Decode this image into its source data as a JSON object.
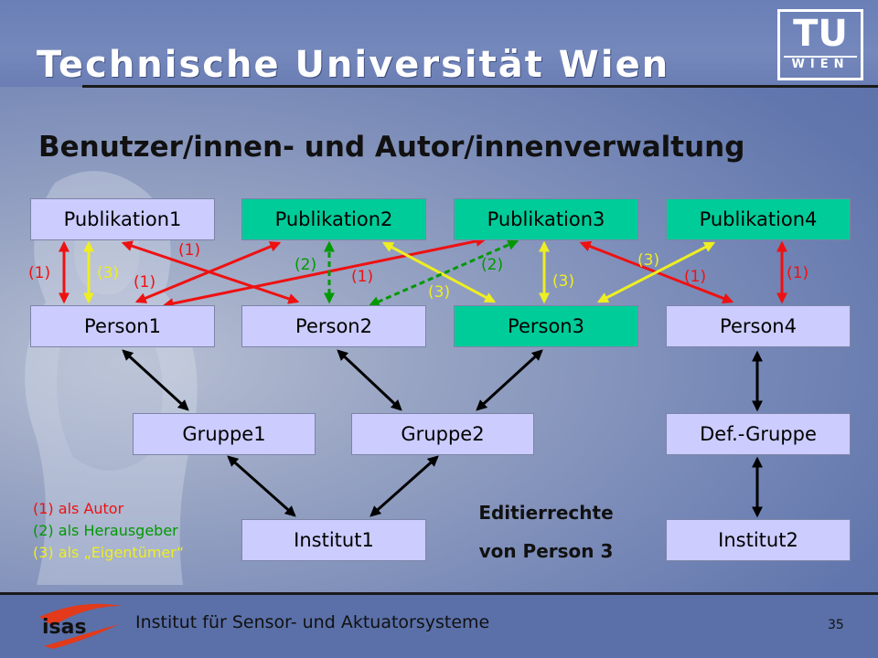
{
  "header": {
    "university": "Technische Universität Wien",
    "logo_main": "TU",
    "logo_sub": "WIEN"
  },
  "title": "Benutzer/innen- und Autor/innenverwaltung",
  "nodes": {
    "pub1": "Publikation1",
    "pub2": "Publikation2",
    "pub3": "Publikation3",
    "pub4": "Publikation4",
    "person1": "Person1",
    "person2": "Person2",
    "person3": "Person3",
    "person4": "Person4",
    "gruppe1": "Gruppe1",
    "gruppe2": "Gruppe2",
    "defgruppe": "Def.-Gruppe",
    "institut1": "Institut1",
    "institut2": "Institut2"
  },
  "edge_labels": {
    "l1": "(1)",
    "l2": "(3)",
    "l3": "(1)",
    "l4": "(1)",
    "l5": "(2)",
    "l6": "(1)",
    "l7": "(3)",
    "l8": "(2)",
    "l9": "(3)",
    "l10": "(3)",
    "l11": "(1)",
    "l12": "(1)"
  },
  "legend": {
    "item1_num": "(1)",
    "item1_text": "als Autor",
    "item2_num": "(2)",
    "item2_text": "als Herausgeber",
    "item3_num": "(3)",
    "item3_text": "als „Eigentümer“"
  },
  "edit_rights": {
    "line1": "Editierrechte",
    "line2": "von Person 3"
  },
  "footer": {
    "logo_text": "isas",
    "institute": "Institut für Sensor- und Aktuatorsysteme",
    "page_number": "35"
  },
  "colors": {
    "author": "#ee1111",
    "editor": "#009900",
    "owner": "#eeee22",
    "node_default": "#ccccff",
    "node_highlight": "#00cc99"
  }
}
